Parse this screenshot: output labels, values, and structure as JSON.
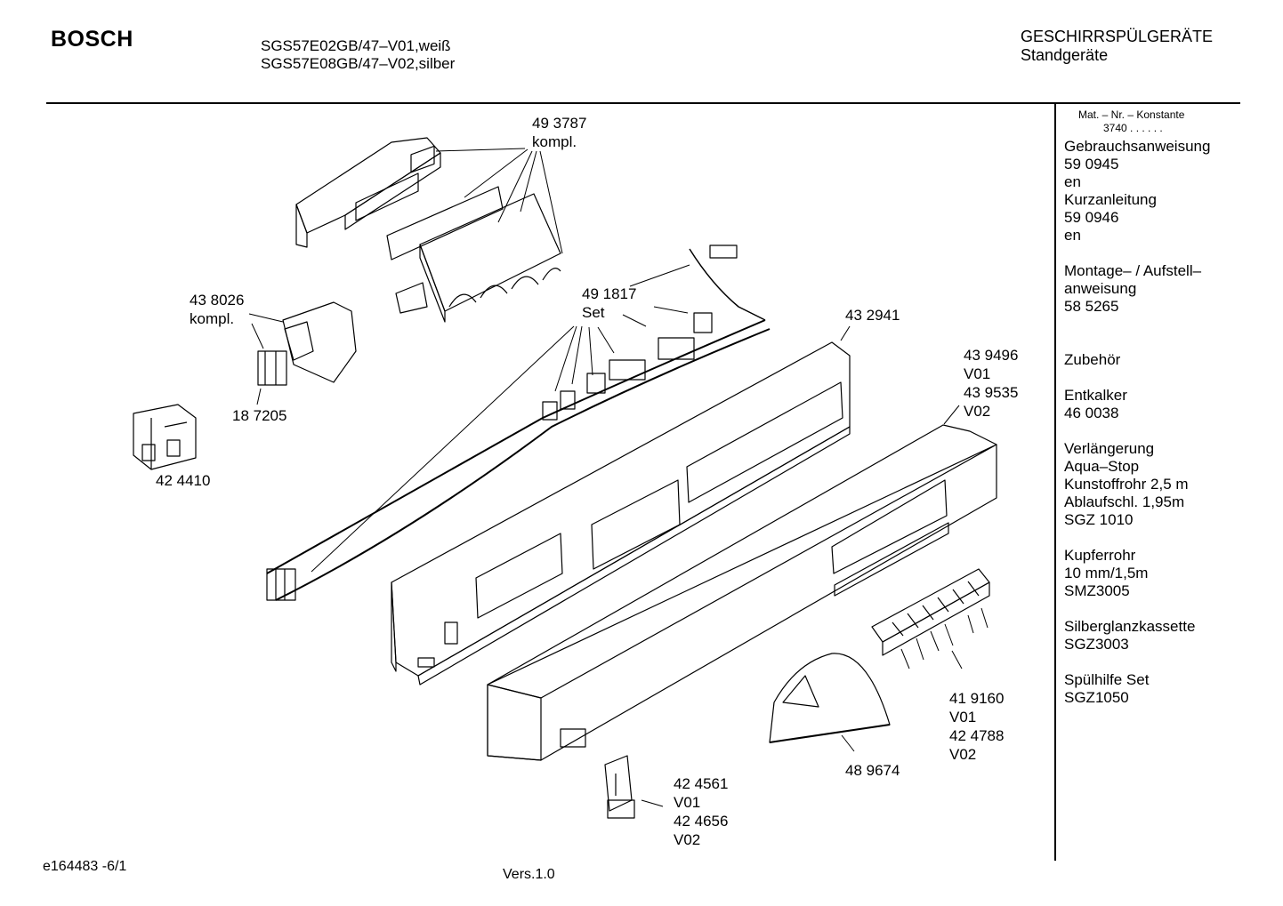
{
  "header": {
    "brand": "BOSCH",
    "model_line_1": "SGS57E02GB/47–V01,weiß",
    "model_line_2": "SGS57E08GB/47–V02,silber",
    "category": "GESCHIRRSPÜLGERÄTE",
    "subcategory": "Standgeräte"
  },
  "sidebar": {
    "heading": "Mat. – Nr. – Konstante",
    "heading_sub": "3740 . . . . . .",
    "l01": "Gebrauchsanweisung",
    "l02": "59 0945",
    "l03": "en",
    "l04": "Kurzanleitung",
    "l05": "59 0946",
    "l06": "en",
    "l07": "Montage– / Aufstell–",
    "l08": "anweisung",
    "l09": "58 5265",
    "l10": "Zubehör",
    "l11": "Entkalker",
    "l12": "46 0038",
    "l13": "Verlängerung",
    "l14": "Aqua–Stop",
    "l15": "Kunstoffrohr 2,5 m",
    "l16": "Ablaufschl. 1,95m",
    "l17": "SGZ 1010",
    "l18": "Kupferrohr",
    "l19": "10 mm/1,5m",
    "l20": "SMZ3005",
    "l21": "Silberglanzkassette",
    "l22": "SGZ3003",
    "l23": "Spülhilfe Set",
    "l24": "SGZ1050"
  },
  "parts": {
    "p493787": "49 3787",
    "p493787_sub": "kompl.",
    "p438026": "43 8026",
    "p438026_sub": "kompl.",
    "p187205": "18 7205",
    "p424410": "42 4410",
    "p491817": "49 1817",
    "p491817_sub": "Set",
    "p432941": "43 2941",
    "p439496": "43 9496",
    "p439496_v": "V01",
    "p439535": "43 9535",
    "p439535_v": "V02",
    "p419160": "41 9160",
    "p419160_v": "V01",
    "p424788": "42 4788",
    "p424788_v": "V02",
    "p489674": "48 9674",
    "p424561": "42 4561",
    "p424561_v": "V01",
    "p424656": "42 4656",
    "p424656_v": "V02"
  },
  "footer": {
    "doc_id": "e164483 -6/1",
    "version": "Vers.1.0"
  }
}
